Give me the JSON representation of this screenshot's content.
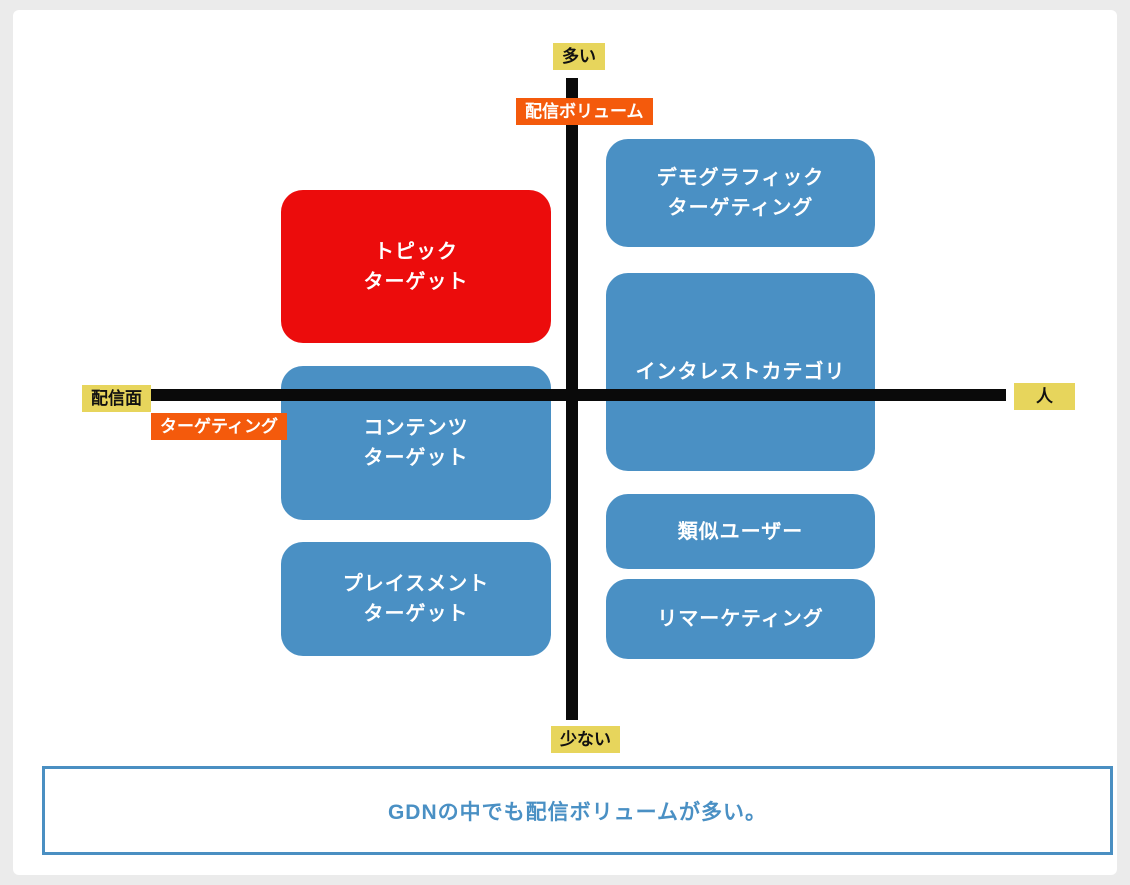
{
  "axis_labels": {
    "top": "多い",
    "bottom": "少ない",
    "left": "配信面",
    "right": "人",
    "vertical_axis_name": "配信ボリューム",
    "horizontal_axis_name": "ターゲティング"
  },
  "boxes": {
    "topic": {
      "label": "トピック\nターゲット",
      "variant": "red"
    },
    "demographic": {
      "label": "デモグラフィック\nターゲティング",
      "variant": "blue"
    },
    "interest": {
      "label": "インタレストカテゴリ",
      "variant": "blue"
    },
    "content": {
      "label": "コンテンツ\nターゲット",
      "variant": "blue"
    },
    "similar": {
      "label": "類似ユーザー",
      "variant": "blue"
    },
    "remarketing": {
      "label": "リマーケティング",
      "variant": "blue"
    },
    "placement": {
      "label": "プレイスメント\nターゲット",
      "variant": "blue"
    }
  },
  "note": {
    "text": "GDNの中でも配信ボリュームが多い。"
  },
  "colors": {
    "box_blue": "#4a90c4",
    "box_red": "#ec0c0c",
    "badge_yellow": "#e7d55c",
    "badge_orange": "#f45a0c",
    "axis_black": "#0a0a0a",
    "note_border_blue": "#4a8fc2",
    "note_text_blue": "#4a90c4",
    "page_background": "#ebebeb",
    "card_background": "#ffffff"
  }
}
